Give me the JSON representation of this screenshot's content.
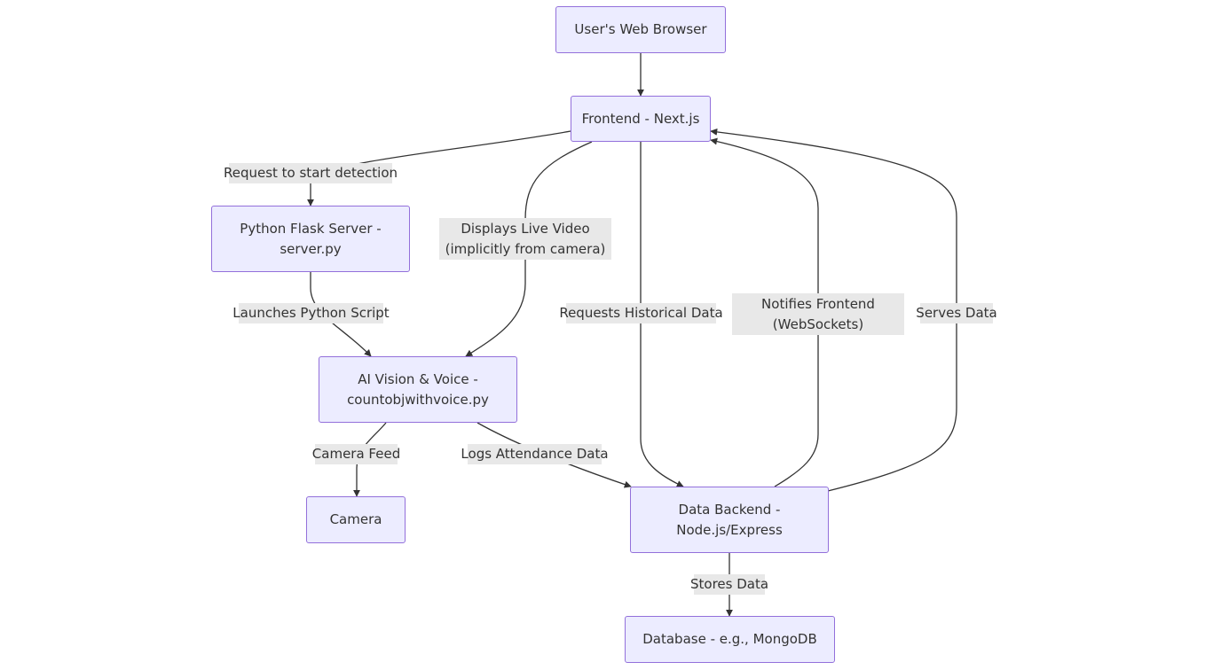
{
  "nodes": {
    "browser": [
      "User's Web Browser"
    ],
    "frontend": [
      "Frontend - Next.js"
    ],
    "flask": [
      "Python Flask Server -",
      "server.py"
    ],
    "vision": [
      "AI Vision & Voice -",
      "countobjwithvoice.py"
    ],
    "camera": [
      "Camera"
    ],
    "backend": [
      "Data Backend -",
      "Node.js/Express"
    ],
    "database": [
      "Database - e.g., MongoDB"
    ]
  },
  "edges": {
    "start_detection": [
      "Request to start detection"
    ],
    "live_video": [
      "Displays Live Video",
      "(implicitly from camera)"
    ],
    "launches": [
      "Launches Python Script"
    ],
    "historical": [
      "Requests Historical Data"
    ],
    "notifies": [
      "Notifies Frontend",
      "(WebSockets)"
    ],
    "serves": [
      "Serves Data"
    ],
    "camera_feed": [
      "Camera Feed"
    ],
    "logs": [
      "Logs Attendance Data"
    ],
    "stores": [
      "Stores Data"
    ]
  },
  "colors": {
    "node_fill": "#ececff",
    "node_border": "#9370db",
    "edge_stroke": "#333333",
    "label_background": "#e8e8e8",
    "text": "#333333"
  }
}
